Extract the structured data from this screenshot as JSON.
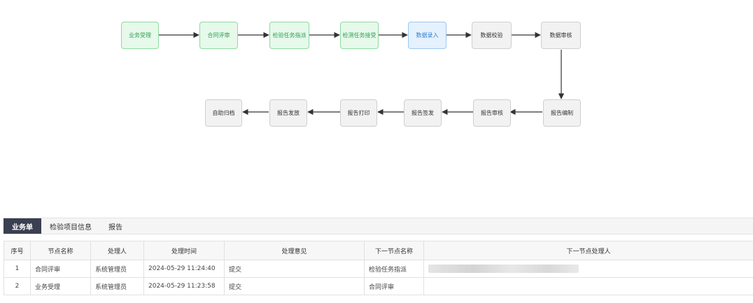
{
  "flow": {
    "nodes": [
      {
        "label": "业务受理",
        "status": "done"
      },
      {
        "label": "合同评审",
        "status": "done"
      },
      {
        "label": "检验任务指派",
        "status": "done"
      },
      {
        "label": "检测任务接受",
        "status": "done"
      },
      {
        "label": "数据录入",
        "status": "active"
      },
      {
        "label": "数据校验",
        "status": "pending"
      },
      {
        "label": "数据审核",
        "status": "pending"
      },
      {
        "label": "报告编制",
        "status": "pending"
      },
      {
        "label": "报告审核",
        "status": "pending"
      },
      {
        "label": "报告签发",
        "status": "pending"
      },
      {
        "label": "报告打印",
        "status": "pending"
      },
      {
        "label": "报告发放",
        "status": "pending"
      },
      {
        "label": "自助归档",
        "status": "pending"
      }
    ]
  },
  "tabs": [
    {
      "label": "业务单",
      "active": true
    },
    {
      "label": "检验项目信息",
      "active": false
    },
    {
      "label": "报告",
      "active": false
    }
  ],
  "table": {
    "headers": [
      "序号",
      "节点名称",
      "处理人",
      "处理时间",
      "处理意见",
      "下一节点名称",
      "下一节点处理人"
    ],
    "rows": [
      {
        "seq": "1",
        "node": "合同评审",
        "handler": "系统管理员",
        "time": "2024-05-29 11:24:40",
        "opinion": "提交",
        "next_node": "检验任务指派"
      },
      {
        "seq": "2",
        "node": "业务受理",
        "handler": "系统管理员",
        "time": "2024-05-29 11:23:58",
        "opinion": "提交",
        "next_node": "合同评审"
      }
    ]
  },
  "colors": {
    "done_fill": "#e6f9ea",
    "done_text": "#2f9e54",
    "active_fill": "#e5f1fd",
    "active_text": "#2f7fcf",
    "tab_active": "#3a3f51"
  }
}
